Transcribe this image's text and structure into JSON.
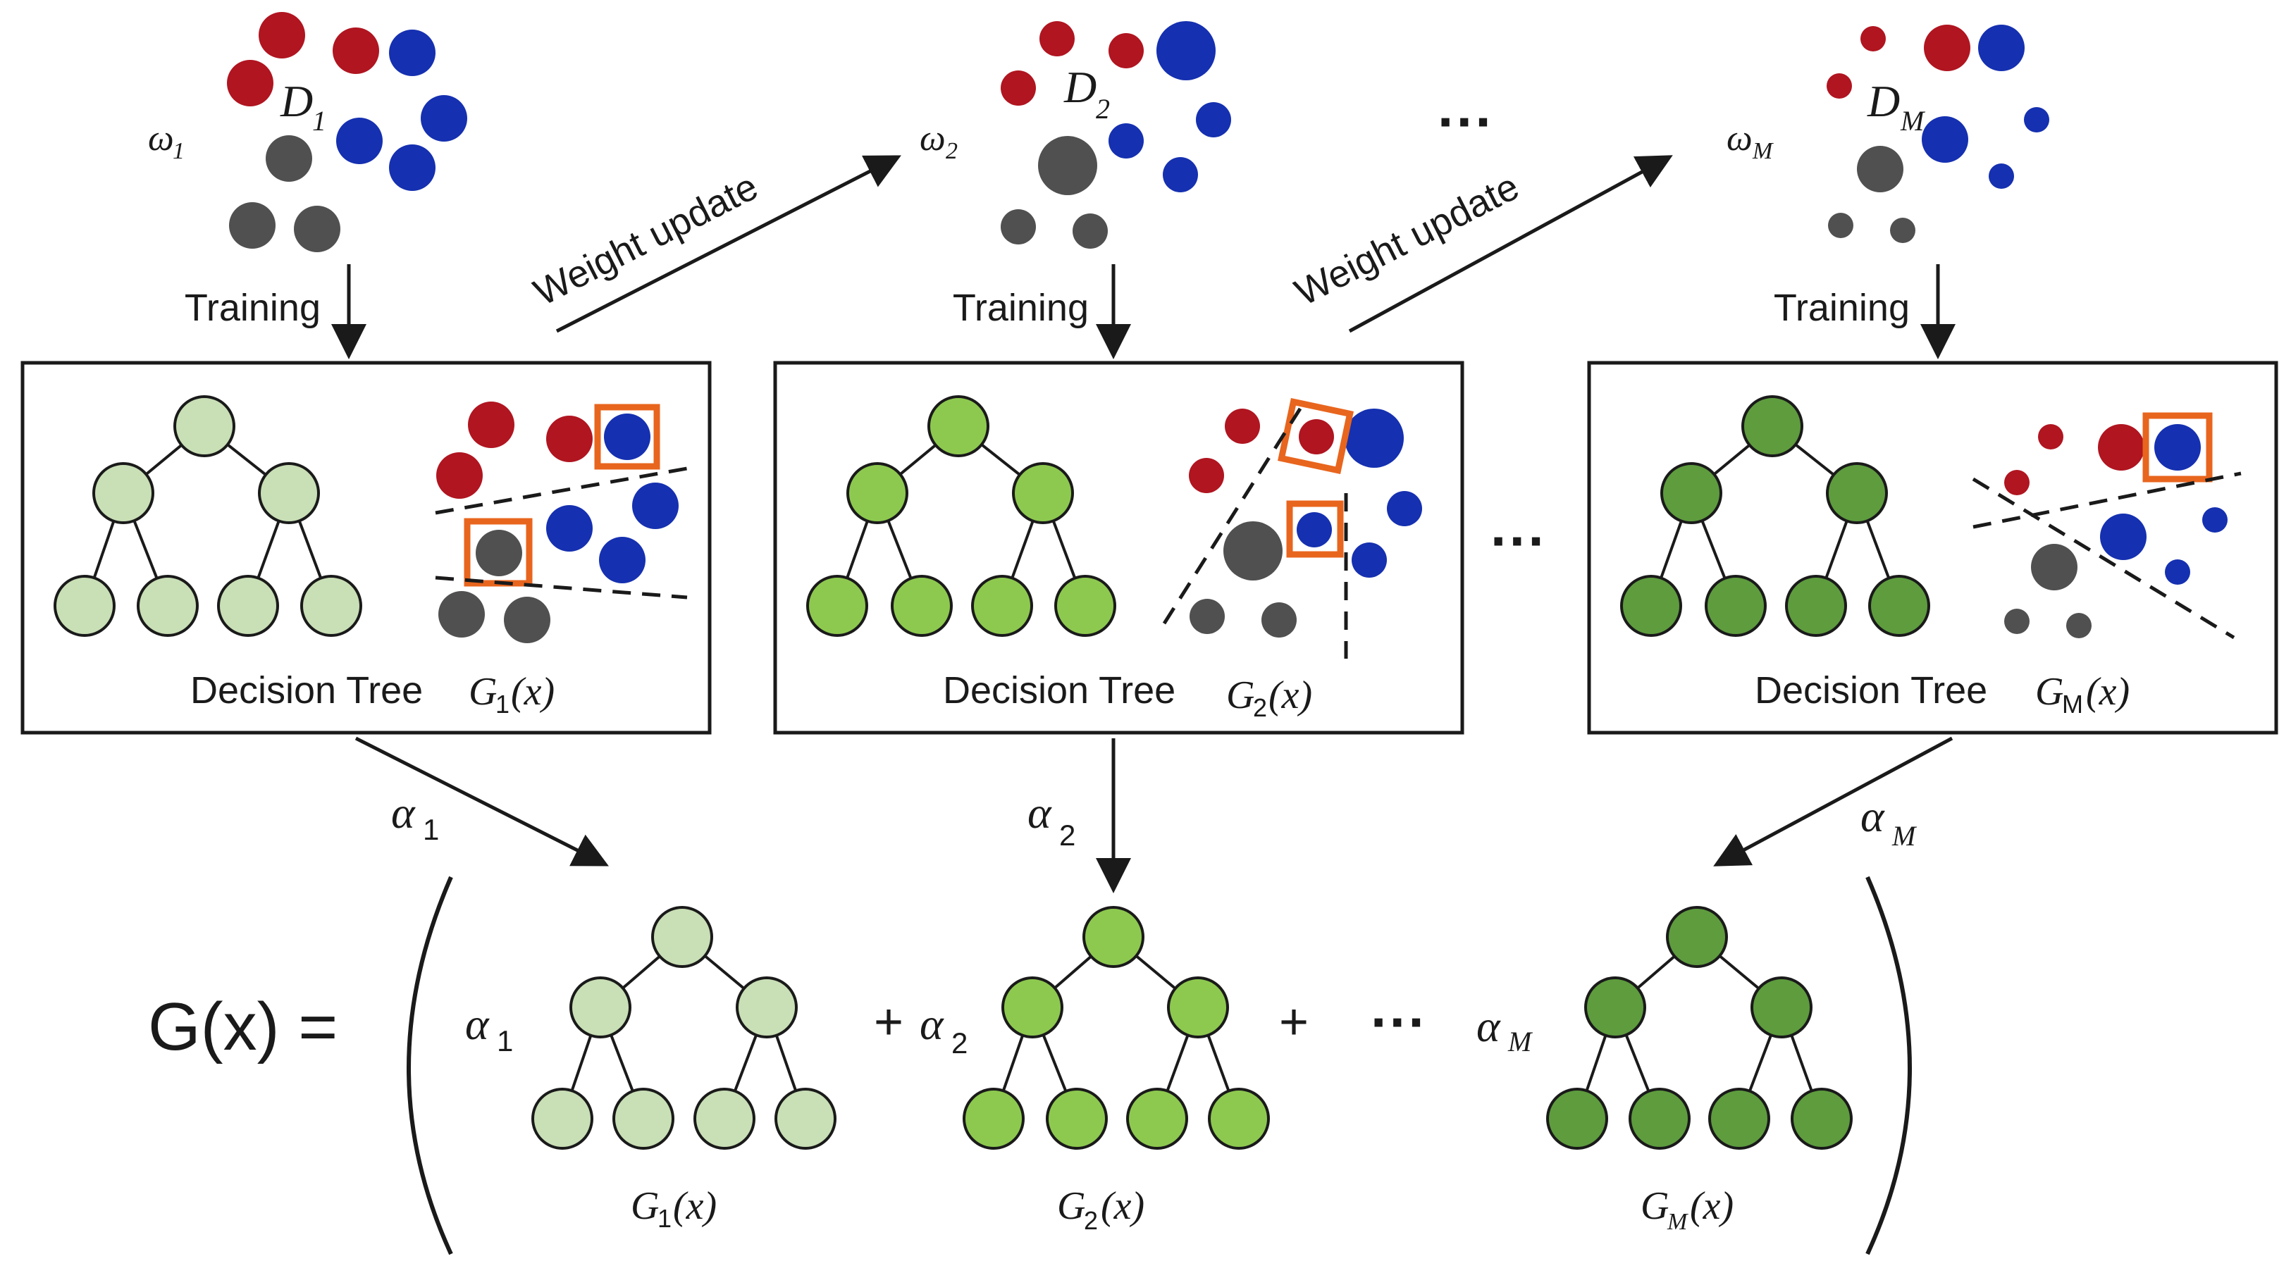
{
  "colors": {
    "red": "#b01520",
    "blue": "#1530b0",
    "gray": "#505050",
    "orange": "#e8651e",
    "tree1": "#c9dfb6",
    "tree2": "#8dc94f",
    "tree3": "#5e9c3e",
    "stroke": "#1a1a1a"
  },
  "stages": [
    {
      "weight_base": "ω",
      "weight_sub": "1",
      "dataset_base": "D",
      "dataset_sub": "1",
      "training_label": "Training",
      "tree_label": "Decision Tree",
      "tree_fn_base": "G",
      "tree_fn_sub": "1",
      "tree_fn_arg": "(x)",
      "alpha_base": "α",
      "alpha_sub": "1"
    },
    {
      "weight_base": "ω",
      "weight_sub": "2",
      "dataset_base": "D",
      "dataset_sub": "2",
      "training_label": "Training",
      "tree_label": "Decision Tree",
      "tree_fn_base": "G",
      "tree_fn_sub": "2",
      "tree_fn_arg": "(x)",
      "alpha_base": "α",
      "alpha_sub": "2"
    },
    {
      "weight_base": "ω",
      "weight_sub": "M",
      "dataset_base": "D",
      "dataset_sub": "M",
      "training_label": "Training",
      "tree_label": "Decision Tree",
      "tree_fn_base": "G",
      "tree_fn_sub": "M",
      "tree_fn_arg": "(x)",
      "alpha_base": "α",
      "alpha_sub": "M"
    }
  ],
  "weight_update_label": "Weight  update",
  "ellipsis": "···",
  "formula": {
    "lhs": "G(x) =",
    "plus": "+",
    "terms": [
      {
        "alpha_base": "α",
        "alpha_sub": "1",
        "g_base": "G",
        "g_sub": "1",
        "g_arg": "(x)"
      },
      {
        "alpha_base": "α",
        "alpha_sub": "2",
        "g_base": "G",
        "g_sub": "2",
        "g_arg": "(x)"
      },
      {
        "alpha_base": "α",
        "alpha_sub": "M",
        "g_base": "G",
        "g_sub": "M",
        "g_arg": "(x)"
      }
    ]
  }
}
